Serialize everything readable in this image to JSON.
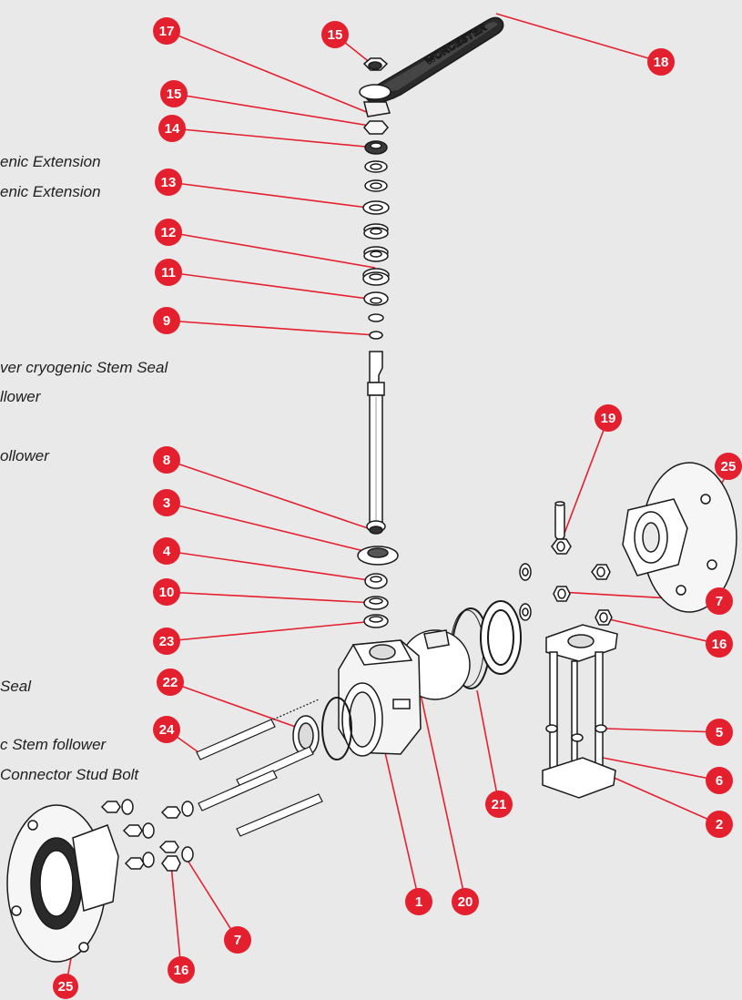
{
  "side_labels": [
    "enic Extension",
    "enic Extension",
    "ver cryogenic Stem Seal",
    "llower",
    "ollower",
    "Seal",
    "c Stem follower",
    "Connector Stud Bolt"
  ],
  "handle_logo": "WORCESTER",
  "callouts": [
    "17",
    "15",
    "18",
    "15",
    "14",
    "13",
    "12",
    "11",
    "9",
    "19",
    "25",
    "8",
    "3",
    "4",
    "10",
    "7",
    "23",
    "16",
    "22",
    "5",
    "24",
    "6",
    "2",
    "21",
    "1",
    "20",
    "7",
    "16",
    "25"
  ],
  "colors": {
    "badge": "#e4202f",
    "leader": "#e4202f",
    "ink": "#1a1a1a",
    "background": "#e9e9e9"
  }
}
